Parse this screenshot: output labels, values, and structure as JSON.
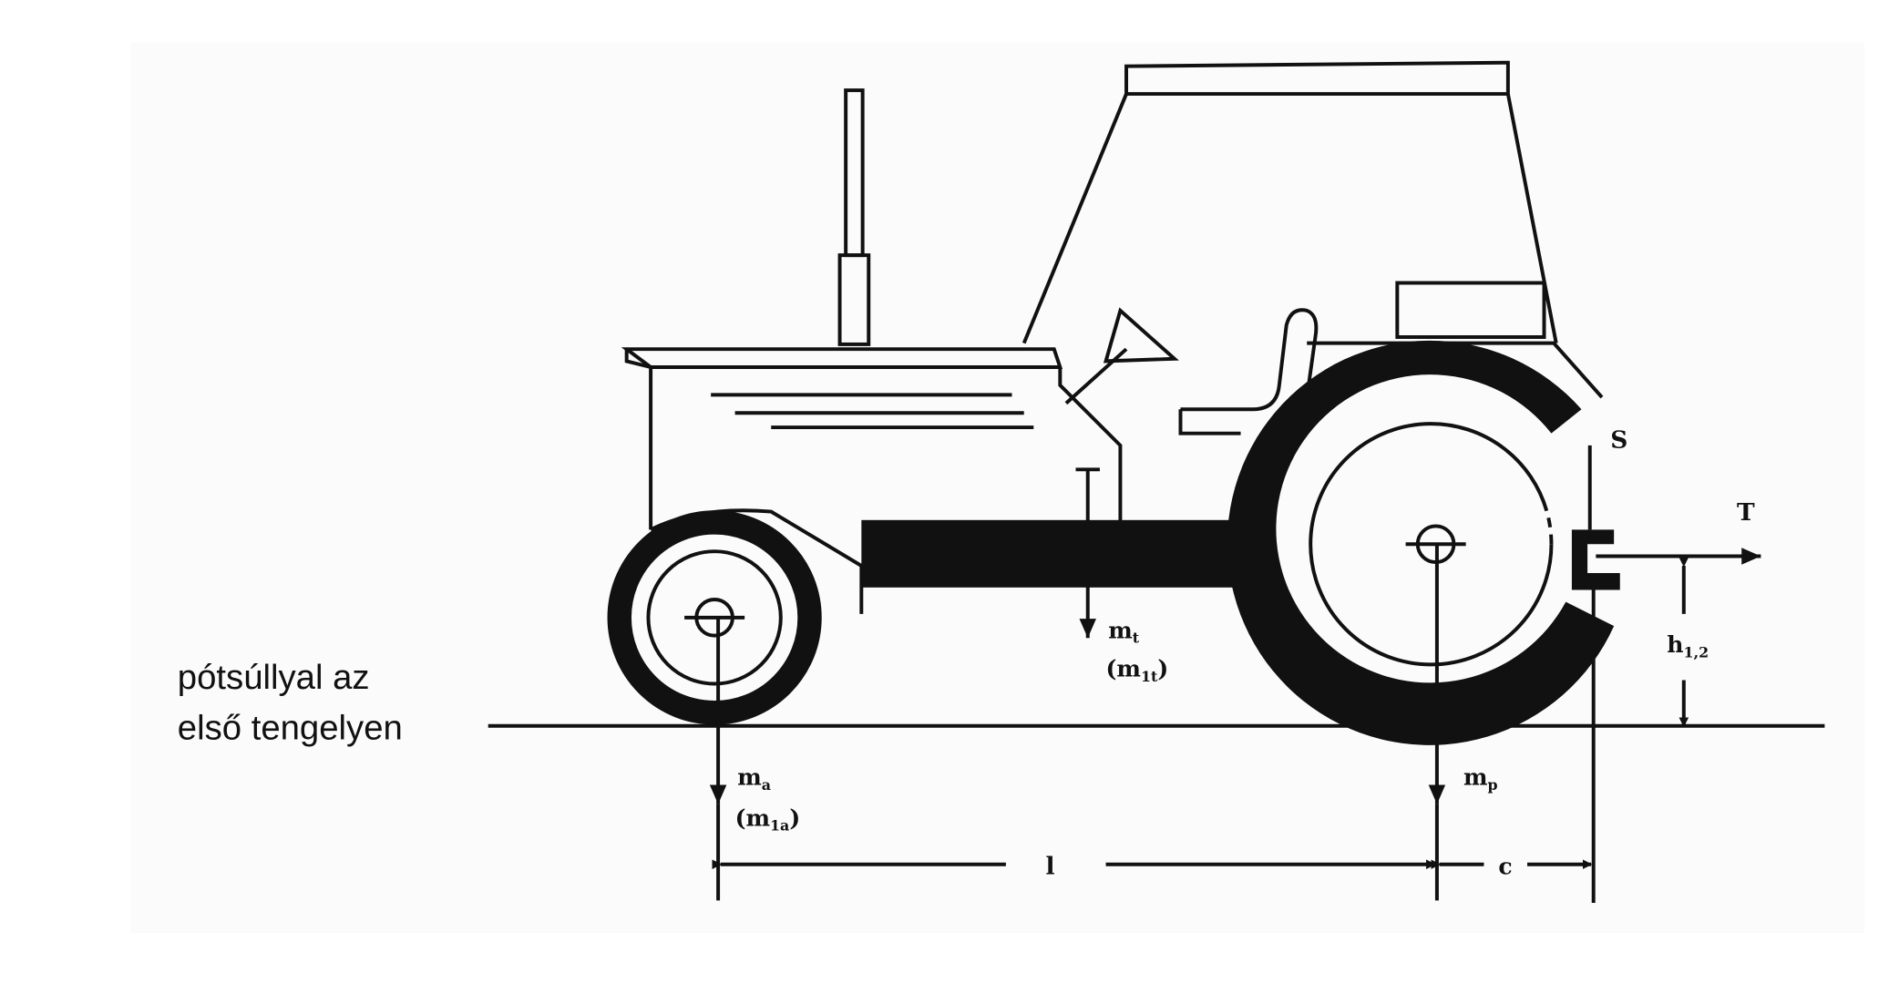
{
  "side_caption": {
    "line1": "pótsúllyal az",
    "line2": "első tengelyen"
  },
  "labels": {
    "front_mass": "m",
    "front_mass_sub": "a",
    "front_mass_alt": "(m",
    "front_mass_alt_sub": "1a",
    "front_mass_alt_close": ")",
    "rear_mass": "m",
    "rear_mass_sub": "p",
    "tractor_mass": "m",
    "tractor_mass_sub": "t",
    "tractor_mass_alt": "(m",
    "tractor_mass_alt_sub": "1t",
    "tractor_mass_alt_close": ")",
    "vertical_force": "S",
    "pull_force": "T",
    "hitch_height": "h",
    "hitch_height_sub": "1,2",
    "wheelbase": "l",
    "hitch_offset": "c"
  }
}
